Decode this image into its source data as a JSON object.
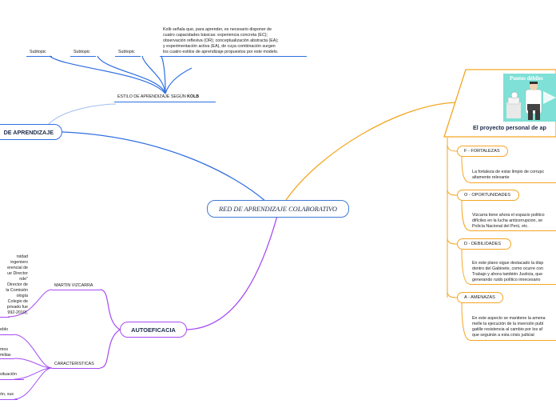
{
  "central": {
    "label": "RED DE APRENDIZAJE COLABORATIVO"
  },
  "left_main": {
    "label": "DE APRENDIZAJE"
  },
  "kolb": {
    "prefix": "ESTILO DE APRENDIZAJE SEGÚN ",
    "bold": "KOLB",
    "subtopics": [
      "Subtopic",
      "Subtopic",
      "Subtopic"
    ],
    "description": [
      "Kolb señala que, para aprender, es necesario disponer de",
      "cuatro capacidades básicas: experiencia concreta (EC);",
      "observación reflexiva (OR); conceptualización abstracta (EA);",
      "y experimentación activa (EA), de cuya combinación surgen",
      "los cuatro estilos de aprendizaje propuestos por este modelo."
    ]
  },
  "autoeficacia": {
    "label": "AUTOEFICACIA",
    "martin": "MARTIN VIZCARRA",
    "bio": [
      "rsidad",
      "ingeniero",
      "erencial de",
      "ue Director",
      "nde\"",
      "Director de",
      "la Comisión",
      "ología",
      "Colegio de",
      "privado fue",
      "992-2010),"
    ],
    "caracteristicas": "CARACTERISTICAS",
    "traits": [
      "eblo",
      "mos",
      "milias",
      "situación",
      "ón, sus"
    ]
  },
  "project": {
    "title": "El proyecto personal de ap",
    "image_title": "Puntos débiles",
    "foda": [
      {
        "label": "F - FORTALEZAS",
        "text": [
          "La fortaleza de estar limpio de corrupc",
          "altamente relevante"
        ]
      },
      {
        "label": "O - OPORTUNIDADES",
        "text": [
          "Vizcarra tiene ahora el espacio politico",
          "difíciles en la lucha anticorrupcion, se",
          "Policía Nacional del Perú, etc."
        ]
      },
      {
        "label": "D - DEBILIDADES",
        "text": [
          "En este plano sigue destacado la disp",
          "dentro del Gabinete, como ocurre con",
          "Trabajo y ahora también Justicia, que",
          "generando ruido político innecesario"
        ]
      },
      {
        "label": "A - AMENAZAS",
        "text": [
          "En este aspecto se mantiene la amena",
          "melle la ejecución de la inversión publ",
          "gatille resistencia al cambio por los af",
          "que seguirán a esta crisis judicial"
        ]
      }
    ]
  },
  "colors": {
    "blue": "#2f6fe0",
    "orange": "#f5a623",
    "purple": "#a64bf4",
    "teal": "#3f7bd6"
  }
}
